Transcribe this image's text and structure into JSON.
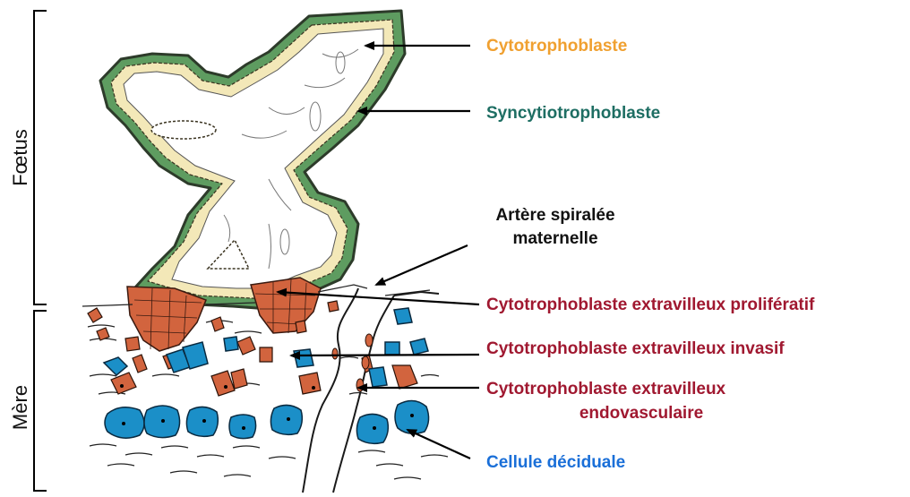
{
  "sections": {
    "fetus": "Fœtus",
    "mother": "Mère"
  },
  "labels": {
    "cytotrophoblaste": "Cytotrophoblaste",
    "syncytiotrophoblaste": "Syncytiotrophoblaste",
    "artere_line1": "Artère spiralée",
    "artere_line2": "maternelle",
    "proliferatif": "Cytotrophoblaste extravilleux prolifératif",
    "invasif": "Cytotrophoblaste extravilleux invasif",
    "endovasculaire_line1": "Cytotrophoblaste extravilleux",
    "endovasculaire_line2": "endovasculaire",
    "deciduale": "Cellule déciduale"
  },
  "colors": {
    "cytotrophoblaste": "#f0a030",
    "syncytiotrophoblaste": "#1e6e63",
    "artere": "#111111",
    "extravilleux": "#a01830",
    "deciduale": "#1a6fd8",
    "syncytio_fill": "#5e9c60",
    "cyto_cell_fill": "#f3e8b8",
    "evt_cell_fill": "#d2643e",
    "decidual_cell_fill": "#1b8fc8"
  },
  "icons": {
    "pointer": "arrow-icon"
  }
}
